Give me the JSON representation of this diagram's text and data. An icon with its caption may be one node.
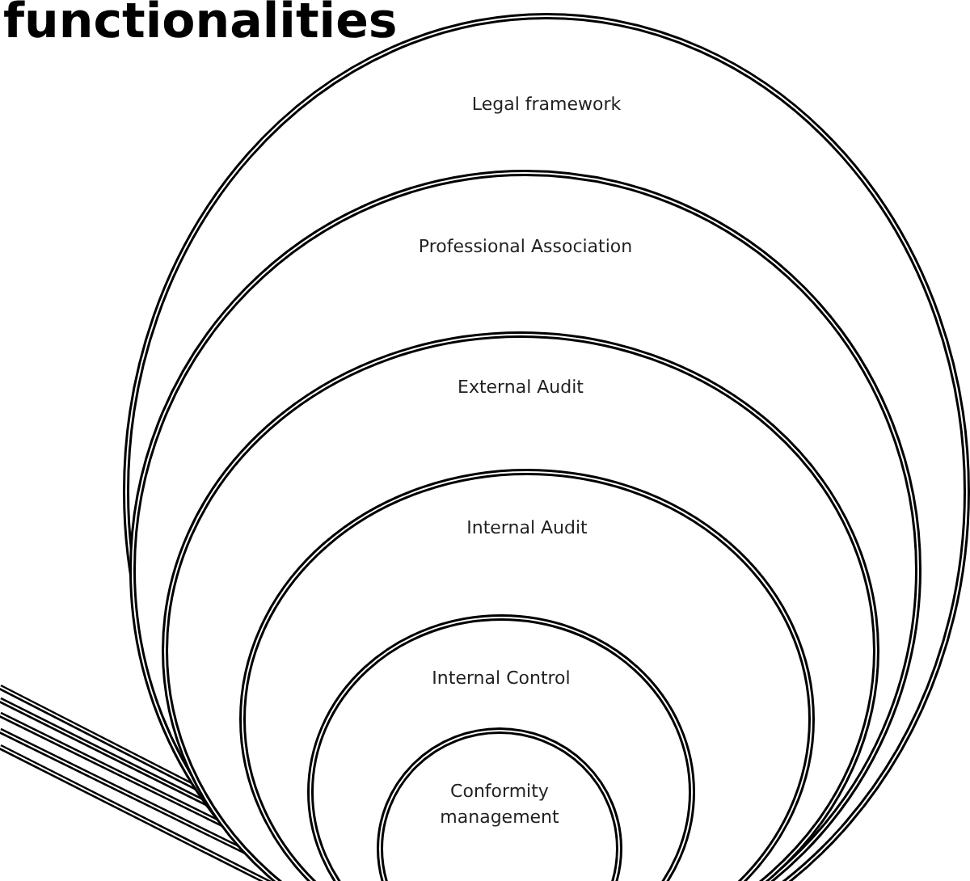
{
  "diagram": {
    "title": "functionalities",
    "nodes": [
      {
        "text": [
          "Legal framework"
        ]
      },
      {
        "text": [
          "Professional Association"
        ],
        "in": 0
      },
      {
        "text": [
          "External Audit"
        ],
        "in": 1
      },
      {
        "text": [
          "Internal Audit"
        ],
        "in": 2
      },
      {
        "text": [
          "Internal Control"
        ],
        "in": 3
      },
      {
        "text": [
          "Conformity management"
        ],
        "in": 4
      }
    ]
  }
}
